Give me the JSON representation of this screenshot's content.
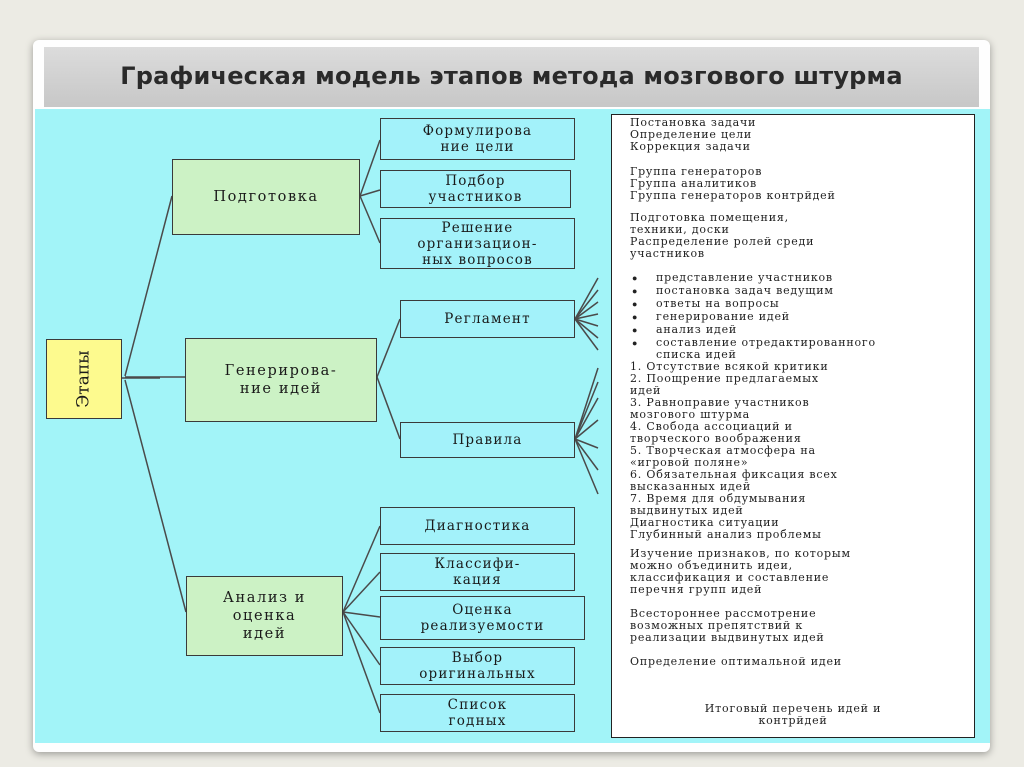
{
  "title": "Графическая модель этапов метода мозгового штурма",
  "root_label": "Этапы",
  "stages": [
    {
      "label": "Подготовка"
    },
    {
      "label": "Генерирова-\nние идей"
    },
    {
      "label": "Анализ и\nоценка\nидей"
    }
  ],
  "substeps": [
    {
      "label": "Формулирова\nние цели"
    },
    {
      "label": "Подбор\nучастников"
    },
    {
      "label": "Решение\nорганизацион-\nных вопросов"
    },
    {
      "label": "Регламент"
    },
    {
      "label": "Правила"
    },
    {
      "label": "Диагностика"
    },
    {
      "label": "Классифи-\nкация"
    },
    {
      "label": "Оценка\nреализуемости"
    },
    {
      "label": "Выбор\nоригинальных"
    },
    {
      "label": "Список\nгодных"
    }
  ],
  "details": [
    "Постановка задачи",
    "Определение цели",
    "Коррекция задачи",
    "Группа генераторов",
    "Группа аналитиков",
    "Группа генераторов контрйдей",
    "Подготовка помещения,",
    "техники, доски",
    "Распределение ролей среди",
    "участников",
    "представление участников",
    "постановка задач ведущим",
    "ответы на вопросы",
    "генерирование идей",
    "анализ идей",
    "составление отредактированного",
    "списка идей",
    "1.  Отсутствие всякой критики",
    "2.  Поощрение предлагаемых",
    "идей",
    "3.  Равноправие участников",
    "мозгового штурма",
    "4.  Свобода ассоциаций и",
    "творческого воображения",
    "5.  Творческая атмосфера на",
    "«игровой поляне»",
    "6.  Обязательная фиксация всех",
    "высказанных идей",
    "7.  Время для обдумывания",
    "выдвинутых идей",
    "Диагностика ситуации",
    "Глубинный анализ проблемы",
    "Изучение признаков, по которым",
    "можно объединить идеи,",
    "классификация и составление",
    "перечня групп идей",
    "Всестороннее рассмотрение",
    "возможных препятствий к",
    "реализации выдвинутых идей",
    "Определение оптимальной идеи",
    "Итоговый перечень идей и",
    "контрйдей"
  ]
}
